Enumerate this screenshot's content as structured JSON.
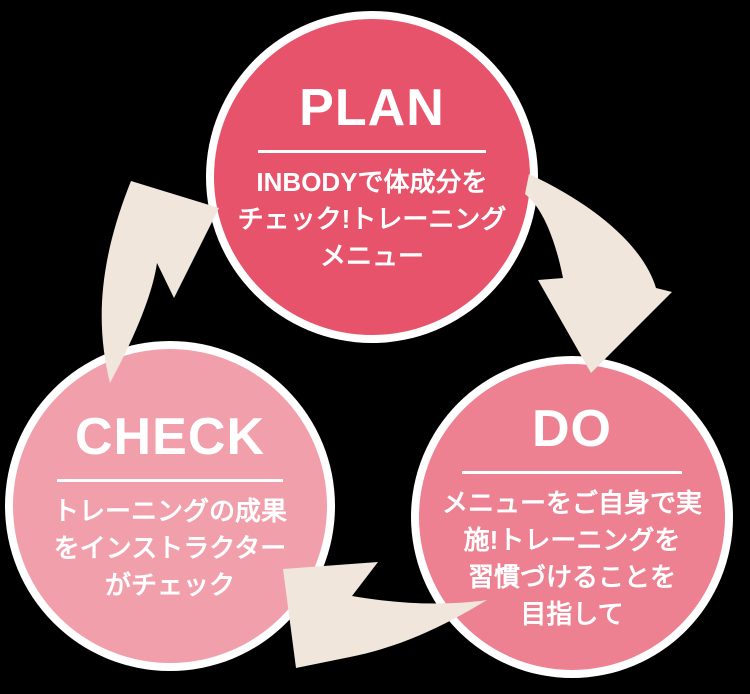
{
  "diagram": {
    "title": "PDCA training cycle",
    "background_color": "#000000",
    "ring_color": "#ffffff",
    "text_color": "#ffffff",
    "arrow_color": "#f0e6db",
    "circles": [
      {
        "id": "plan",
        "title": "PLAN",
        "color": "#e7536a",
        "lines": [
          "INBODYで体成分を",
          "チェック!トレーニング",
          "メニュー"
        ]
      },
      {
        "id": "do",
        "title": "DO",
        "color": "#ed8192",
        "lines": [
          "メニューをご自身で実",
          "施!トレーニングを",
          "習慣づけることを",
          "目指して"
        ]
      },
      {
        "id": "check",
        "title": "CHECK",
        "color": "#f29fac",
        "lines": [
          "トレーニングの成果",
          "をインストラクター",
          "がチェック"
        ]
      }
    ],
    "arrows": [
      {
        "from": "PLAN",
        "to": "DO"
      },
      {
        "from": "DO",
        "to": "CHECK"
      },
      {
        "from": "CHECK",
        "to": "PLAN"
      }
    ]
  }
}
